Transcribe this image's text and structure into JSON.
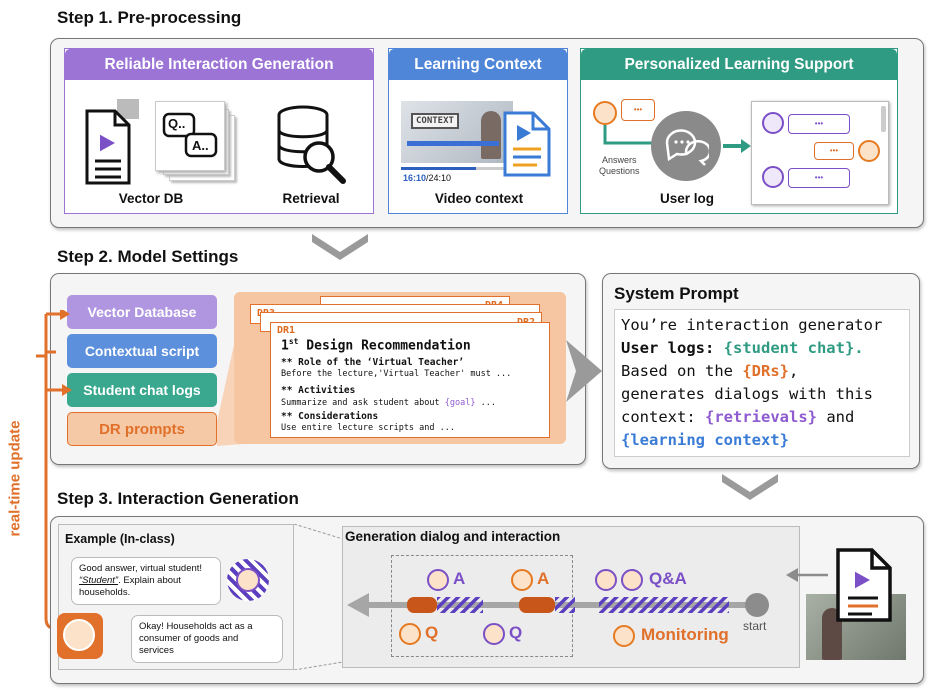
{
  "step1": {
    "title": "Step 1. Pre-processing",
    "reliable": {
      "header": "Reliable Interaction Generation",
      "vector_db": "Vector DB",
      "retrieval": "Retrieval",
      "qa_q": "Q..",
      "qa_a": "A.."
    },
    "learning": {
      "header": "Learning Context",
      "video_label": "Video context",
      "time_current": "16:10",
      "time_total": "/24:10",
      "context_sign": "CONTEXT"
    },
    "personalized": {
      "header": "Personalized Learning Support",
      "user_log": "User log",
      "answers": "Answers",
      "questions": "Questions",
      "dots": "•••"
    }
  },
  "step2": {
    "title": "Step 2. Model Settings",
    "pills": [
      "Vector Database",
      "Contextual script",
      "Student chat logs",
      "DR prompts"
    ],
    "dr_tabs": [
      "DR4",
      "DR3",
      "DR2",
      "DR1"
    ],
    "dr_card": {
      "heading_num": "1",
      "heading_sup": "st",
      "heading_rest": " Design Recommendation",
      "role_title": "** Role of the ‘Virtual Teacher’",
      "role_text": "Before the lecture,'Virtual Teacher' must ...",
      "act_title": "** Activities",
      "act_text_a": "Summarize and ask student about ",
      "act_goal": "{goal}",
      "act_text_b": " ...",
      "cons_title": "** Considerations",
      "cons_text": "Use entire lecture scripts and ..."
    },
    "system_prompt": {
      "title": "System Prompt",
      "l1": "You’re interaction generator",
      "l2a": "User logs: ",
      "l2b": "{student chat}.",
      "l3a": "Based on the ",
      "l3b": "{DRs}",
      "l3c": ",",
      "l4": "generates dialogs with this",
      "l5a": "context: ",
      "l5b": "{retrievals}",
      "l5c": " and",
      "l6": "{learning context}"
    }
  },
  "side_label": "real-time update",
  "step3": {
    "title": "Step 3. Interaction Generation",
    "example": {
      "title": "Example (In-class)",
      "bubble1_a": "Good answer, virtual student!",
      "bubble1_b": "“Student”",
      "bubble1_c": ". Explain about households.",
      "bubble2": "Okay! Households act as a consumer of goods and services"
    },
    "dialog": {
      "title": "Generation dialog and interaction",
      "a1": "A",
      "a2": "A",
      "qa": "Q&A",
      "q1": "Q",
      "q2": "Q",
      "monitoring": "Monitoring",
      "start": "start"
    }
  },
  "colors": {
    "purple": "#9b74d6",
    "blue": "#4f86d8",
    "teal": "#2f9b83",
    "orange": "#e0702a",
    "stripe": "#5b3fbf"
  }
}
